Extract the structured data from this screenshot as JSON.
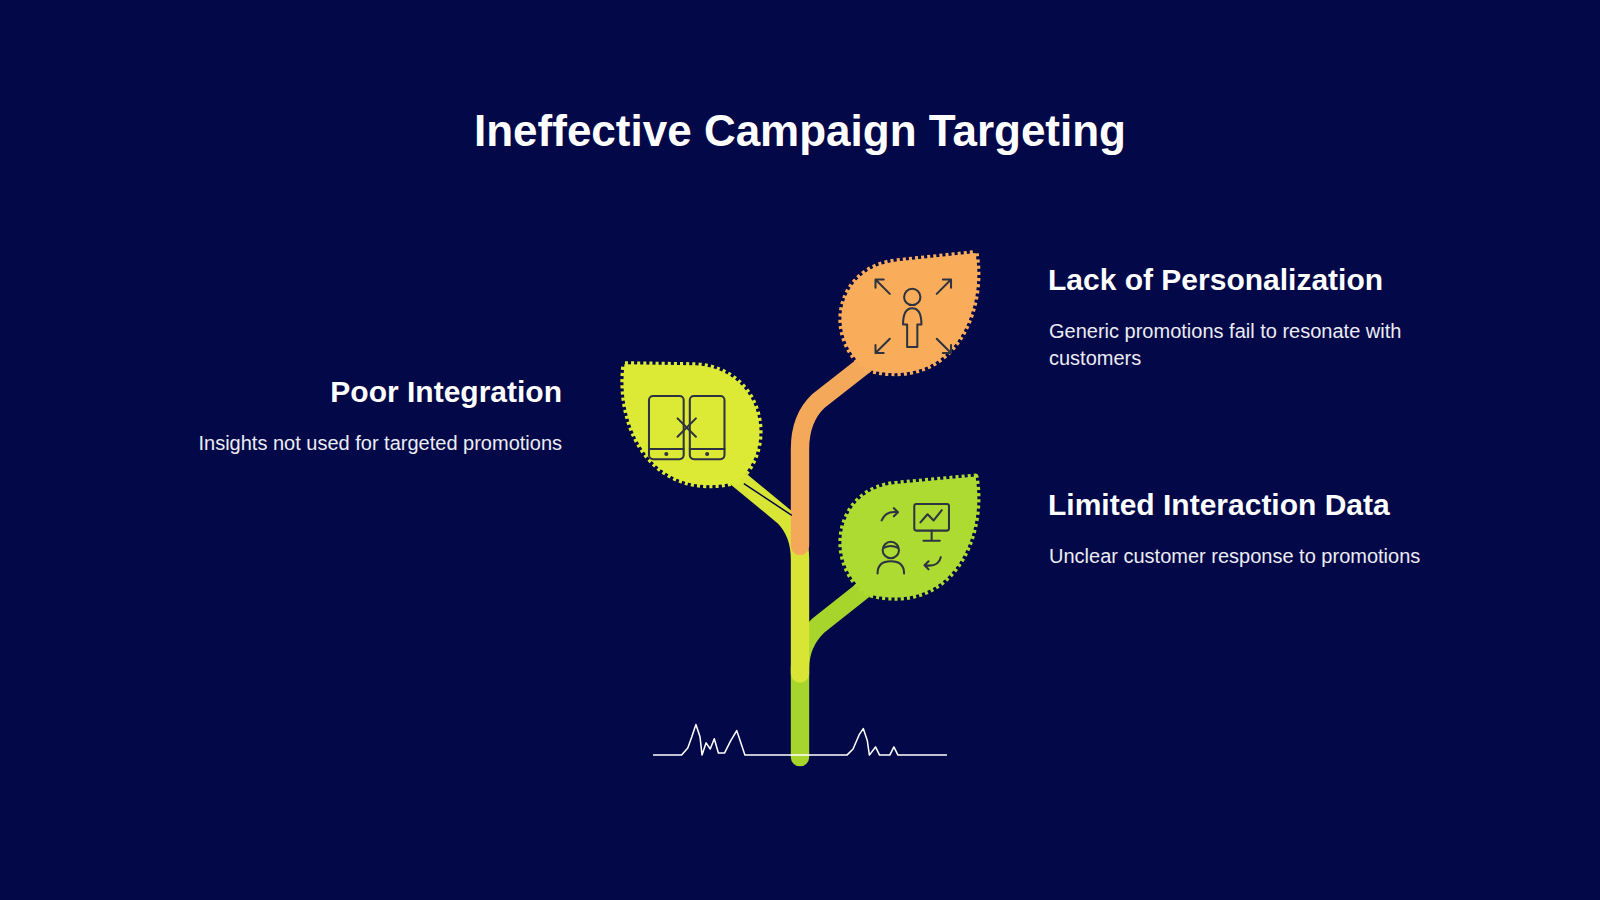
{
  "diagram": {
    "title": "Ineffective Campaign Targeting",
    "labels": [
      "Poor Integration",
      "Insights not used for targeted promotions",
      "Lack of Personalization",
      "Generic promotions fail to resonate with customers",
      "Limited Interaction Data",
      "Unclear customer response to promotions"
    ]
  }
}
